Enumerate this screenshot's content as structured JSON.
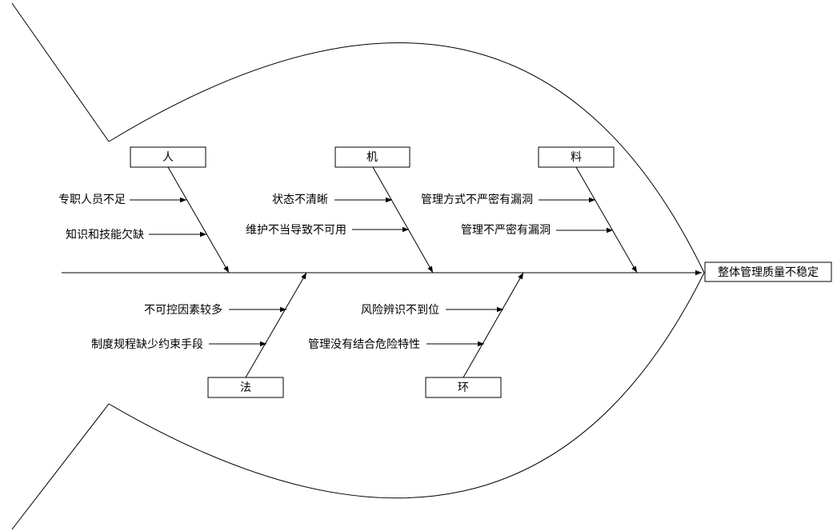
{
  "effect": "整体管理质量不稳定",
  "categories": {
    "person": {
      "label": "人",
      "causes": [
        "专职人员不足",
        "知识和技能欠缺"
      ]
    },
    "machine": {
      "label": "机",
      "causes": [
        "状态不清晰",
        "维护不当导致不可用"
      ]
    },
    "material": {
      "label": "料",
      "causes": [
        "管理方式不严密有漏洞",
        "管理不严密有漏洞"
      ]
    },
    "method": {
      "label": "法",
      "causes": [
        "不可控因素较多",
        "制度规程缺少约束手段"
      ]
    },
    "environment": {
      "label": "环",
      "causes": [
        "风险辨识不到位",
        "管理没有结合危险特性"
      ]
    }
  }
}
